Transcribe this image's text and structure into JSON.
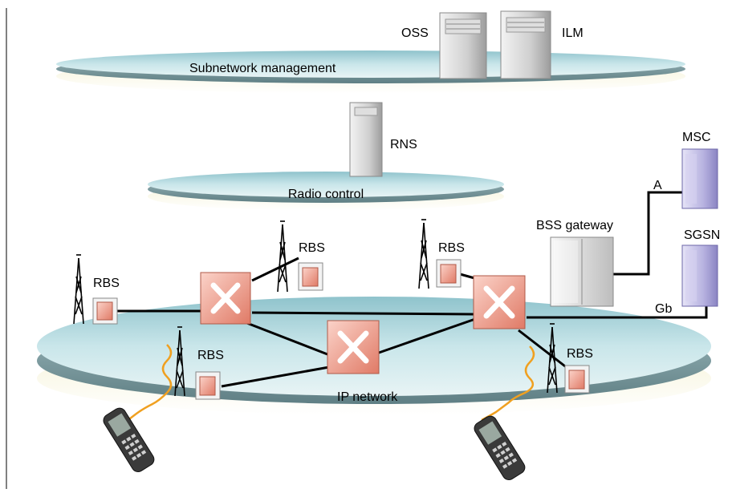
{
  "layers": {
    "subnetwork_management": "Subnetwork management",
    "radio_control": "Radio control",
    "ip_network": "IP network"
  },
  "nodes": {
    "oss": "OSS",
    "ilm": "ILM",
    "rns": "RNS",
    "msc": "MSC",
    "sgsn": "SGSN",
    "bss_gateway": "BSS gateway",
    "rbs": "RBS"
  },
  "interfaces": {
    "a": "A",
    "gb": "Gb"
  },
  "colors": {
    "disc_top": "#b9dde3",
    "disc_edge": "#7fa7ae",
    "router": "#f2a596",
    "server_blue": "#a9a4d4",
    "wave": "#f0a020"
  }
}
